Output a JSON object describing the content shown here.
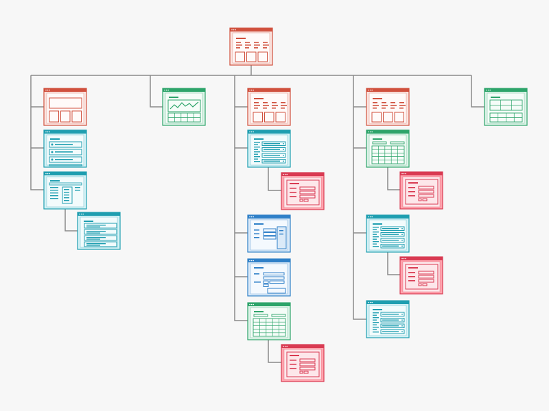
{
  "sitemap": {
    "palette": {
      "red": {
        "stroke": "#d0503d",
        "fill": "#fbe5e1",
        "dark": "#d0503d",
        "inner": "#fffaf9"
      },
      "green": {
        "stroke": "#2da46a",
        "fill": "#ddf3e8",
        "dark": "#2da46a",
        "inner": "#f5fcf8"
      },
      "teal": {
        "stroke": "#1e9eb0",
        "fill": "#d5f2f6",
        "dark": "#1e9eb0",
        "inner": "#f2fbfc"
      },
      "blue": {
        "stroke": "#2f80c8",
        "fill": "#dbeaf8",
        "dark": "#2f80c8",
        "inner": "#f4f9fe"
      },
      "pink": {
        "stroke": "#d93a52",
        "fill": "#ffa4ae",
        "dark": "#d93a52",
        "inner": "#fde7ea"
      },
      "line": "#8a8a8a"
    },
    "pages": [
      {
        "id": "home",
        "color": "red",
        "kind": "dashboard-tiles"
      },
      {
        "id": "overview",
        "color": "red",
        "kind": "hero-tiles"
      },
      {
        "id": "analytics",
        "color": "green",
        "kind": "line-chart-table"
      },
      {
        "id": "catalog",
        "color": "red",
        "kind": "dashboard-tiles"
      },
      {
        "id": "records",
        "color": "red",
        "kind": "dashboard-tiles"
      },
      {
        "id": "data-grid",
        "color": "green",
        "kind": "grid-table"
      },
      {
        "id": "list",
        "color": "teal",
        "kind": "bullet-list"
      },
      {
        "id": "detail",
        "color": "teal",
        "kind": "split-columns"
      },
      {
        "id": "detail-list",
        "color": "teal",
        "kind": "stacked-rows"
      },
      {
        "id": "catalog-list",
        "color": "teal",
        "kind": "sidebar-list"
      },
      {
        "id": "catalog-form",
        "color": "pink",
        "kind": "modal-form"
      },
      {
        "id": "settings",
        "color": "blue",
        "kind": "form-side-panel"
      },
      {
        "id": "form",
        "color": "blue",
        "kind": "form-fields"
      },
      {
        "id": "catalog-table",
        "color": "green",
        "kind": "header-table"
      },
      {
        "id": "table-form",
        "color": "pink",
        "kind": "modal-form"
      },
      {
        "id": "records-table",
        "color": "green",
        "kind": "header-table"
      },
      {
        "id": "records-form",
        "color": "pink",
        "kind": "modal-form"
      },
      {
        "id": "records-list",
        "color": "teal",
        "kind": "sidebar-list"
      },
      {
        "id": "records-list-form",
        "color": "pink",
        "kind": "modal-form"
      },
      {
        "id": "records-summary",
        "color": "teal",
        "kind": "sidebar-list"
      }
    ],
    "links": [
      [
        "home",
        "overview"
      ],
      [
        "home",
        "analytics"
      ],
      [
        "home",
        "catalog"
      ],
      [
        "home",
        "records"
      ],
      [
        "home",
        "data-grid"
      ],
      [
        "overview",
        "list"
      ],
      [
        "overview",
        "detail"
      ],
      [
        "detail",
        "detail-list"
      ],
      [
        "catalog",
        "catalog-list"
      ],
      [
        "catalog-list",
        "catalog-form"
      ],
      [
        "catalog",
        "settings"
      ],
      [
        "catalog",
        "form"
      ],
      [
        "catalog",
        "catalog-table"
      ],
      [
        "catalog-table",
        "table-form"
      ],
      [
        "records",
        "records-table"
      ],
      [
        "records-table",
        "records-form"
      ],
      [
        "records",
        "records-list"
      ],
      [
        "records-list",
        "records-list-form"
      ],
      [
        "records",
        "records-summary"
      ]
    ]
  }
}
